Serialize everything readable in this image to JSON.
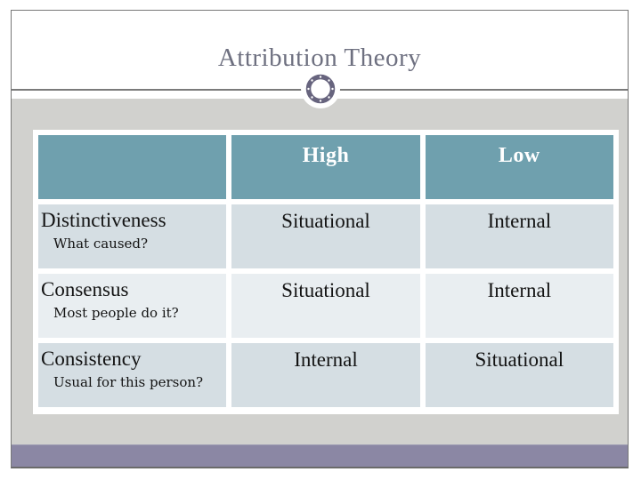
{
  "slide": {
    "title": "Attribution Theory"
  },
  "table": {
    "headers": {
      "row_label": "",
      "high": "High",
      "low": "Low"
    },
    "rows": [
      {
        "label": "Distinctiveness",
        "question": "What caused?",
        "high": "Situational",
        "low": "Internal"
      },
      {
        "label": "Consensus",
        "question": "Most people do it?",
        "high": "Situational",
        "low": "Internal"
      },
      {
        "label": "Consistency",
        "question": "Usual for this person?",
        "high": "Internal",
        "low": "Situational"
      }
    ]
  },
  "colors": {
    "header_teal": "#6FA0AE",
    "row_light_blue": "#D5DEE3",
    "row_lighter_blue": "#E9EEF1",
    "content_band_gray": "#D1D1CE",
    "footer_purple": "#8B87A4",
    "title_text": "#6E7080",
    "frame_border": "#777777",
    "ornament_ring": "#67647E"
  }
}
